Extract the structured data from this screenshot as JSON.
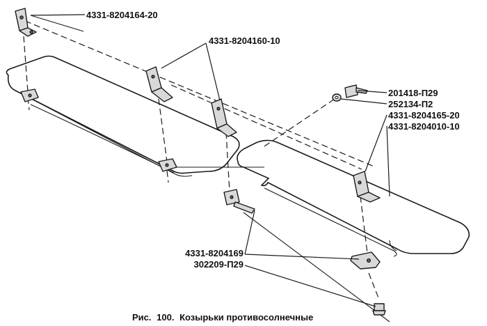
{
  "labels": {
    "p1": "4331-8204164-20",
    "p2": "4331-8204160-10",
    "p3": "201418-П29",
    "p4": "252134-П2",
    "p5": "4331-8204165-20",
    "p6": "4331-8204010-10",
    "p7": "4331-8204169",
    "p8": "302209-П29"
  },
  "caption": {
    "prefix": "Рис.",
    "number": "100.",
    "text": "Козырьки противосолнечные"
  }
}
